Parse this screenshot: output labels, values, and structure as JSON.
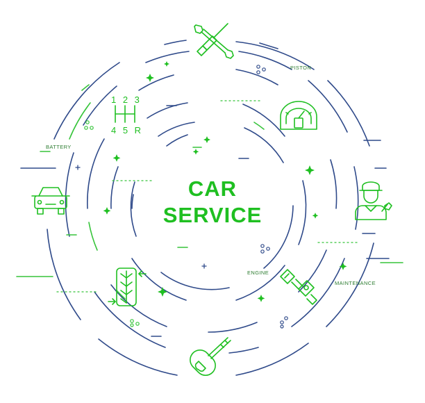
{
  "title": {
    "line1": "CAR",
    "line2": "SERVICE"
  },
  "labels": {
    "piston": "PISTON",
    "battery": "BATTERY",
    "engine": "ENGINE",
    "maintenance": "MAINTENANCE"
  },
  "gearbox": {
    "top": "1 2 3",
    "bottom": "4 5 R"
  },
  "colors": {
    "green": "#1fbf21",
    "navy": "#2f4a8a",
    "background": "#ffffff"
  },
  "icons": [
    "wrench-screwdriver-icon",
    "speedometer-icon",
    "mechanic-icon",
    "seatbelt-icon",
    "car-key-icon",
    "tire-icon",
    "car-icon",
    "gearbox-icon"
  ]
}
